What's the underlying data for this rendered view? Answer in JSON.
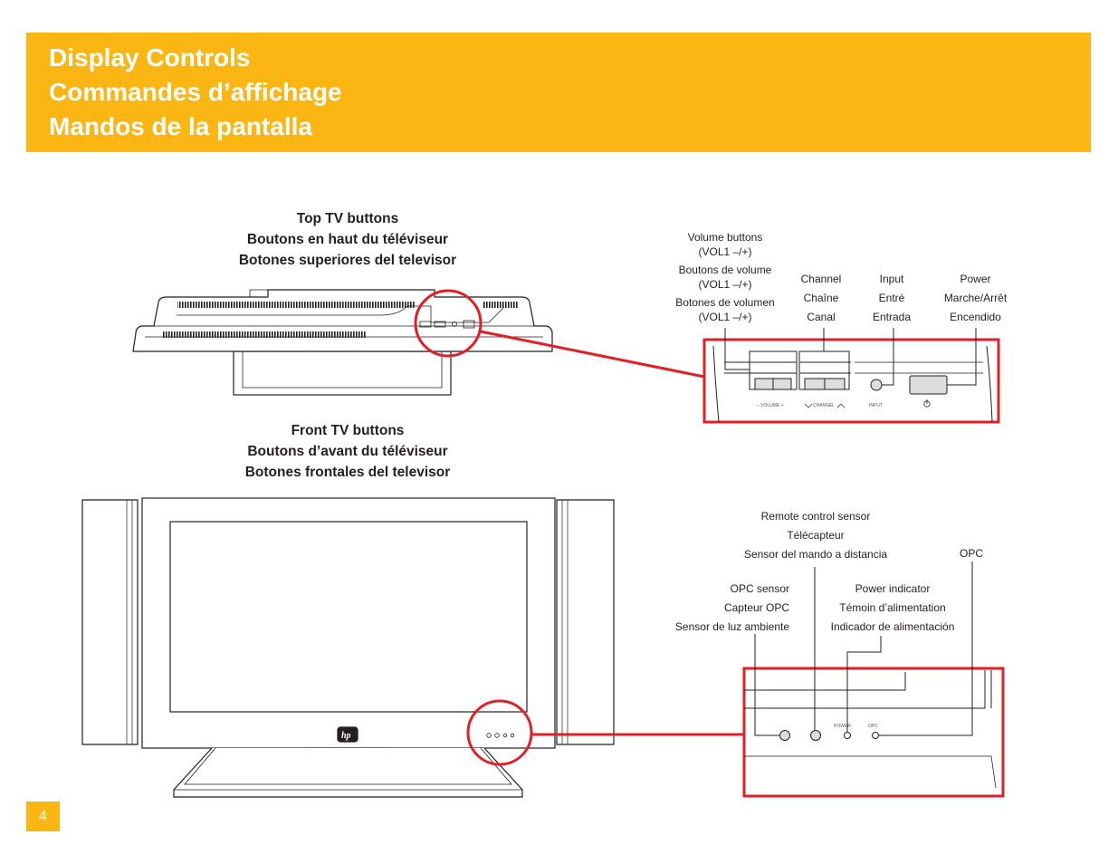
{
  "header": {
    "title_en": "Display Controls",
    "title_fr": "Commandes d’affichage",
    "title_es": "Mandos de la pantalla"
  },
  "top_section": {
    "title_en": "Top TV buttons",
    "title_fr": "Boutons en haut du téléviseur",
    "title_es": "Botones superiores del televisor",
    "volume": {
      "en_1": "Volume buttons",
      "en_2": "(VOL1 –/+)",
      "fr_1": "Boutons de volume",
      "fr_2": "(VOL1 –/+)",
      "es_1": "Botones de volumen",
      "es_2": "(VOL1 –/+)"
    },
    "channel": {
      "en": "Channel",
      "fr": "Chaîne",
      "es": "Canal"
    },
    "input": {
      "en": "Input",
      "fr": "Entré",
      "es": "Entrada"
    },
    "power": {
      "en": "Power",
      "fr": "Marche/Arrêt",
      "es": "Encendido"
    },
    "panel_labels": {
      "volume": "–  VOLUME  +",
      "channel": "CHANNEL",
      "input": "INPUT"
    }
  },
  "front_section": {
    "title_en": "Front TV buttons",
    "title_fr": "Boutons d’avant du téléviseur",
    "title_es": "Botones frontales del televisor",
    "remote_sensor": {
      "en": "Remote control sensor",
      "fr": "Télécapteur",
      "es": "Sensor del mando a distancia"
    },
    "opc": "OPC",
    "opc_sensor": {
      "en": "OPC sensor",
      "fr": "Capteur OPC",
      "es": "Sensor de luz ambiente"
    },
    "power_indicator": {
      "en": "Power indicator",
      "fr": "Témoin d’alimentation",
      "es": "Indicador de alimentación"
    },
    "panel_labels": {
      "power": "POWER",
      "opc": "OPC"
    },
    "logo": "hp"
  },
  "colors": {
    "banner": "#fbb614",
    "callout": "#e21f26",
    "line": "#231f20"
  },
  "page_number": "4"
}
